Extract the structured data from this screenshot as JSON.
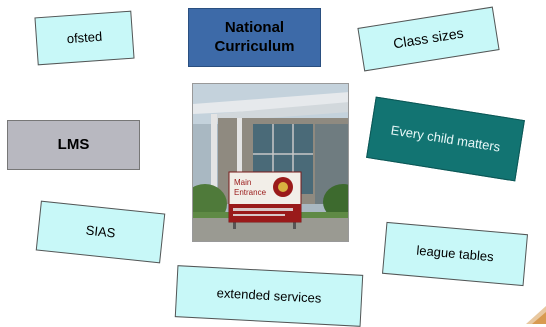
{
  "cards": {
    "ofsted": "ofsted",
    "national_curriculum": "National Curriculum",
    "class_sizes": "Class sizes",
    "lms": "LMS",
    "every_child_matters": "Every child matters",
    "sias": "SIAS",
    "league_tables": "league tables",
    "extended_services": "extended services"
  },
  "photo": {
    "sign_line1": "Main",
    "sign_line2": "Entrance"
  },
  "colors": {
    "light_card": "#c8f8f8",
    "blue_card": "#3d6aa8",
    "grey_card": "#b8b8c0",
    "teal_card": "#127472"
  }
}
